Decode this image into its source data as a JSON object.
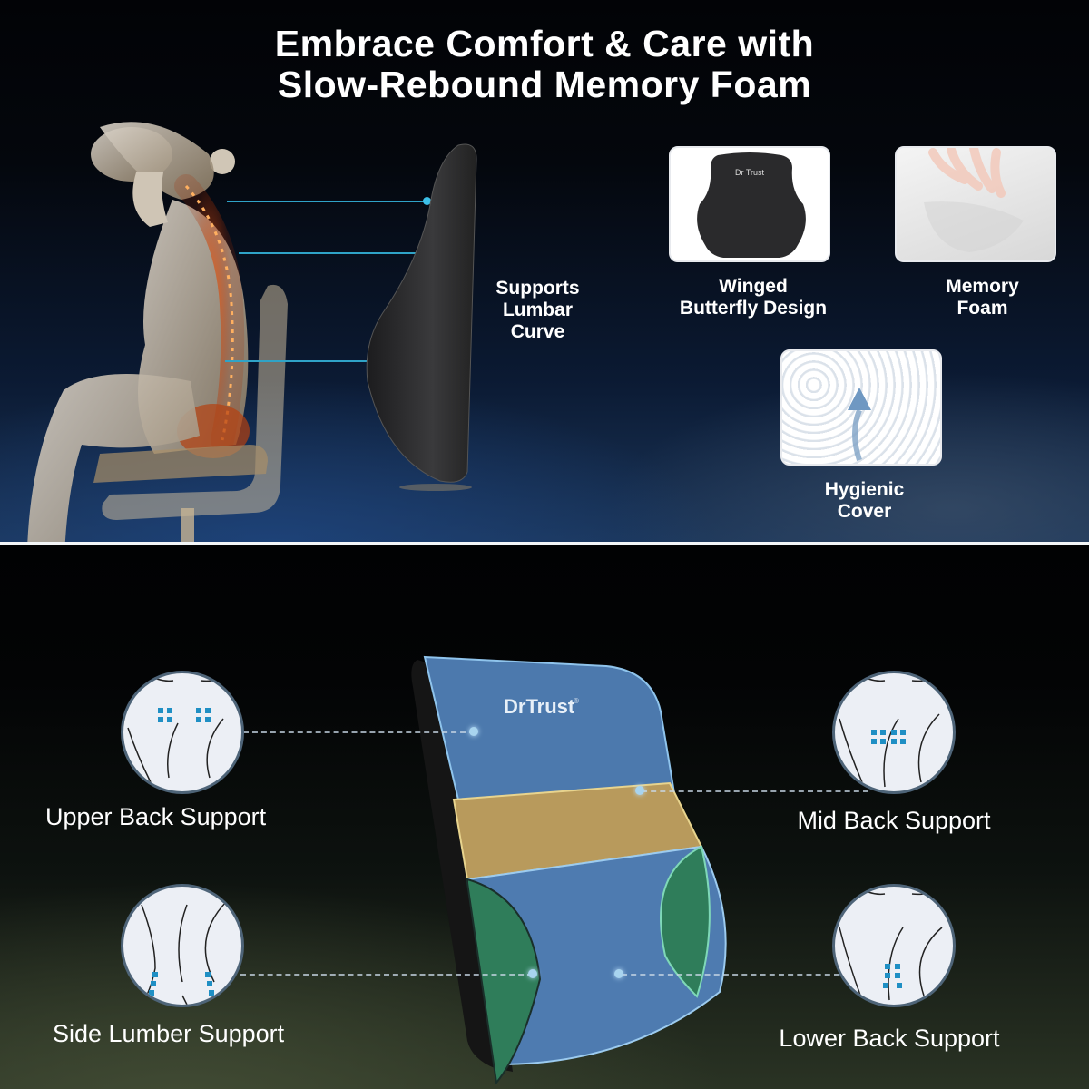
{
  "header": {
    "title_line1": "Embrace Comfort & Care with",
    "title_line2": "Slow-Rebound Memory Foam"
  },
  "top_section": {
    "illustration": "woman-seated-spine-xray",
    "side_profile_label_line1": "Supports",
    "side_profile_label_line2": "Lumbar",
    "side_profile_label_line3": "Curve",
    "features": [
      {
        "icon": "winged-cushion-thumbnail",
        "line1": "Winged",
        "line2": "Butterfly Design",
        "brand": "Dr Trust"
      },
      {
        "icon": "memory-foam-handprint-thumbnail",
        "line1": "Memory",
        "line2": "Foam"
      },
      {
        "icon": "breathable-mesh-thumbnail",
        "line1": "Hygienic",
        "line2": "Cover"
      }
    ]
  },
  "bottom_section": {
    "brand": "DrTrust",
    "brand_mark": "®",
    "zones": [
      {
        "label": "Upper Back Support",
        "color": "#4e7bb0"
      },
      {
        "label": "Mid Back Support",
        "color": "#b89a5c"
      },
      {
        "label": "Side Lumber Support",
        "color": "#2f7d5a"
      },
      {
        "label": "Lower Back Support",
        "color": "#4e7bb0"
      }
    ]
  },
  "colors": {
    "accent_cyan": "#2fa3c7",
    "marker_blue": "#1f8fc4",
    "divider": "#f3f6f8"
  }
}
